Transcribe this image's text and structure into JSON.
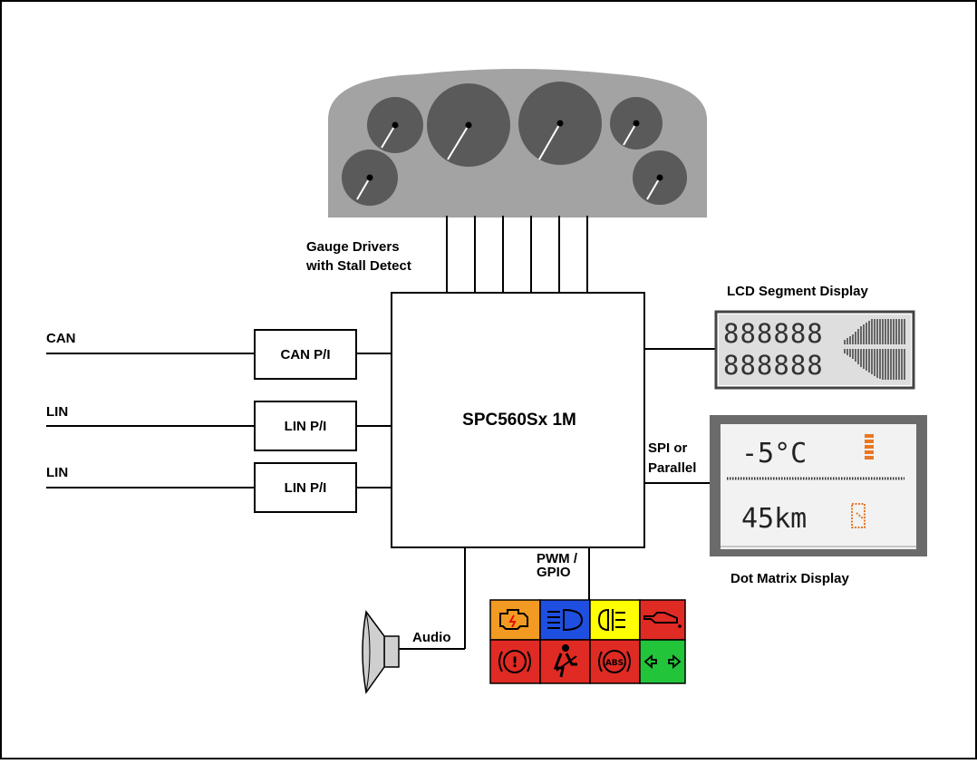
{
  "labels": {
    "gauge_drivers_line1": "Gauge Drivers",
    "gauge_drivers_line2": "with Stall Detect",
    "mcu": "SPC560Sx 1M",
    "lcd_title": "LCD Segment Display",
    "dot_matrix_title": "Dot Matrix Display",
    "spi_line1": "SPI or",
    "spi_line2": "Parallel",
    "pwm_line1": "PWM /",
    "pwm_line2": "GPIO",
    "audio": "Audio"
  },
  "buses": [
    {
      "name": "CAN",
      "interface": "CAN P/I"
    },
    {
      "name": "LIN",
      "interface": "LIN P/I"
    },
    {
      "name": "LIN",
      "interface": "LIN P/I"
    }
  ],
  "lcd_display": {
    "row1": "888888",
    "row2": "888888"
  },
  "dot_matrix_display": {
    "line1": "-5°C",
    "line2": "45km"
  },
  "warning_lights": [
    {
      "icon": "engine-icon",
      "color": "#f29a22",
      "glyph": "⚡"
    },
    {
      "icon": "headlight-icon",
      "color": "#1f4fe0",
      "glyph": "≣D"
    },
    {
      "icon": "fog-light-icon",
      "color": "#ffff00",
      "glyph": "()≢"
    },
    {
      "icon": "oil-pressure-icon",
      "color": "#e02a24",
      "glyph": "≈"
    },
    {
      "icon": "brake-warning-icon",
      "color": "#e02a24",
      "glyph": "(!)"
    },
    {
      "icon": "seatbelt-icon",
      "color": "#e02a24",
      "glyph": "♙"
    },
    {
      "icon": "abs-icon",
      "color": "#e02a24",
      "glyph": "ABS"
    },
    {
      "icon": "turn-signal-icon",
      "color": "#22c43a",
      "glyph": "⇦⇨"
    }
  ]
}
